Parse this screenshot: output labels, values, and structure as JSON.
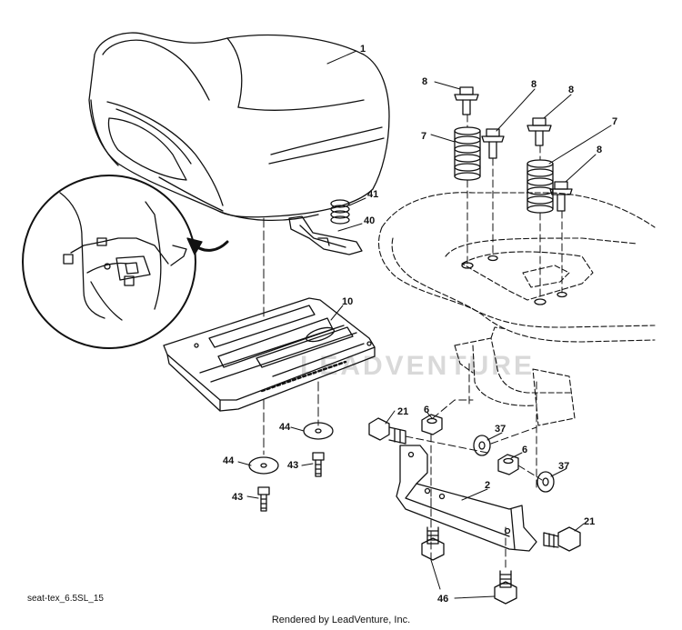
{
  "diagram_id": "seat-tex_6.5SL_15",
  "rendered_by": "Rendered by LeadVenture, Inc.",
  "watermark": "LEADVENTURE",
  "callouts": {
    "c1": "1",
    "c2": "2",
    "c6a": "6",
    "c6b": "6",
    "c7a": "7",
    "c7b": "7",
    "c8a": "8",
    "c8b": "8",
    "c8c": "8",
    "c8d": "8",
    "c10": "10",
    "c21a": "21",
    "c21b": "21",
    "c37a": "37",
    "c37b": "37",
    "c40": "40",
    "c41": "41",
    "c43a": "43",
    "c43b": "43",
    "c44a": "44",
    "c44b": "44",
    "c46": "46"
  }
}
